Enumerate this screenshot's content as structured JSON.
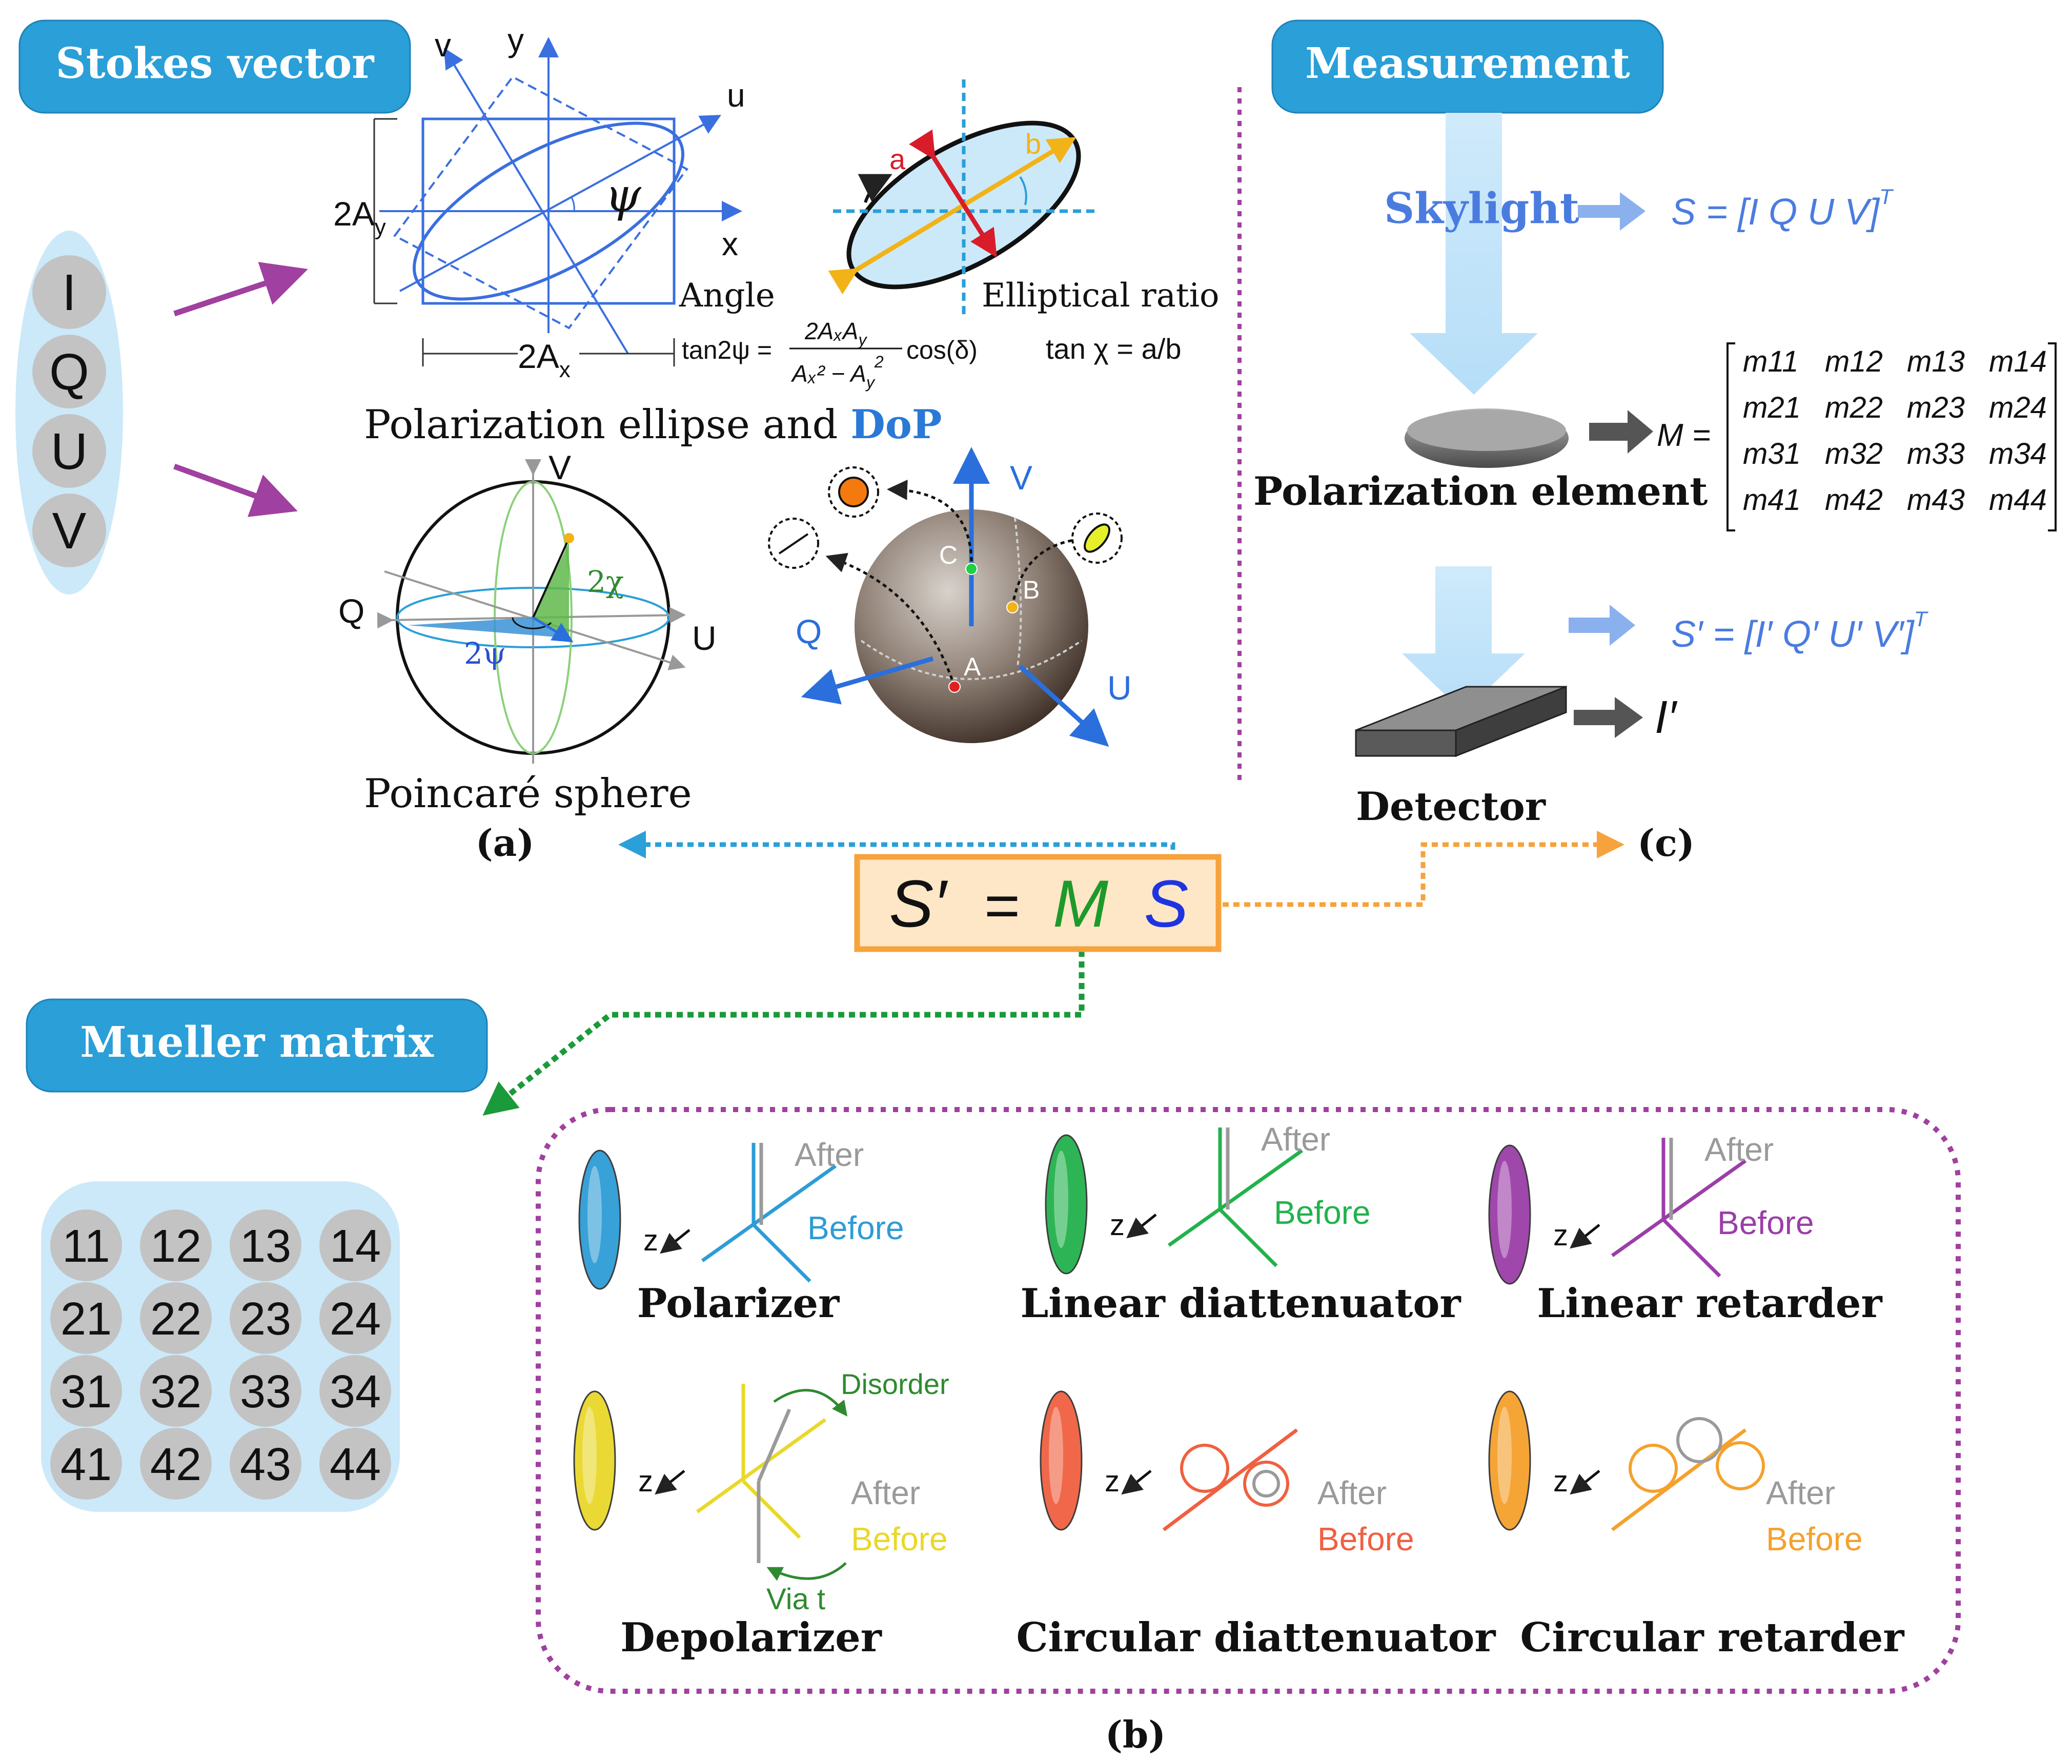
{
  "headers": {
    "stokes": "Stokes vector",
    "measurement": "Measurement",
    "mueller": "Mueller matrix"
  },
  "stokes_components": [
    "I",
    "Q",
    "U",
    "V"
  ],
  "ellipse": {
    "axis_v": "v",
    "axis_y": "y",
    "axis_u": "u",
    "axis_x": "x",
    "psi": "ψ",
    "two_ay": "2A",
    "two_ay_sub": "y",
    "two_ax": "2A",
    "two_ax_sub": "x",
    "angle_label": "Angle",
    "tan2psi_lhs": "tan2ψ =",
    "tan2psi_num": "2AₓA",
    "tan2psi_num_sub": "y",
    "tan2psi_den": "Aₓ² − A",
    "tan2psi_den_sub": "y",
    "tan2psi_den_sup": "2",
    "tan2psi_tail": "cos(δ)",
    "a_label": "a",
    "b_label": "b",
    "elliptical_ratio": "Elliptical ratio",
    "tanchi": "tan χ = a/b",
    "title_main": "Polarization ellipse and ",
    "title_dop": "DoP"
  },
  "poincare": {
    "v": "V",
    "q": "Q",
    "u": "U",
    "two_chi": "2χ",
    "two_psi": "2ψ",
    "title": "Poincaré sphere",
    "v2": "V",
    "q2": "Q",
    "u2": "U",
    "a": "A",
    "b": "B",
    "c": "C"
  },
  "panel_labels": {
    "a": "(a)",
    "b": "(b)",
    "c": "(c)"
  },
  "measurement": {
    "skylight": "Skylight",
    "s_vec": "S = [I   Q   U   V]",
    "s_sup": "T",
    "element": "Polarization element",
    "m_eq": "M =",
    "matrix": [
      [
        "m11",
        "m12",
        "m13",
        "m14"
      ],
      [
        "m21",
        "m22",
        "m23",
        "m24"
      ],
      [
        "m31",
        "m32",
        "m33",
        "m34"
      ],
      [
        "m41",
        "m42",
        "m43",
        "m44"
      ]
    ],
    "s_prime_vec": "S′ = [I′   Q′   U′   V′]",
    "s_prime_sup": "T",
    "i_prime": "I′",
    "detector": "Detector"
  },
  "equation": {
    "s_prime": "S′",
    "eq": "=",
    "m": "M",
    "s": "S"
  },
  "mueller_grid": [
    "11",
    "12",
    "13",
    "14",
    "21",
    "22",
    "23",
    "24",
    "31",
    "32",
    "33",
    "34",
    "41",
    "42",
    "43",
    "44"
  ],
  "elements": [
    {
      "name": "Polarizer",
      "after": "After",
      "before": "Before",
      "z": "z",
      "color": "#2e9cd6"
    },
    {
      "name": "Linear diattenuator",
      "after": "After",
      "before": "Before",
      "z": "z",
      "color": "#22b24c"
    },
    {
      "name": "Linear retarder",
      "after": "After",
      "before": "Before",
      "z": "z",
      "color": "#9b3ea8"
    },
    {
      "name": "Depolarizer",
      "after": "After",
      "before": "Before",
      "z": "z",
      "color": "#e9d82a",
      "disorder": "Disorder",
      "via": "Via t"
    },
    {
      "name": "Circular diattenuator",
      "after": "After",
      "before": "Before",
      "z": "z",
      "color": "#f06040"
    },
    {
      "name": "Circular retarder",
      "after": "After",
      "before": "Before",
      "z": "z",
      "color": "#f5a12c"
    }
  ],
  "colors": {
    "header_fill": "#2a9fd8",
    "light_blue": "#cce9f9",
    "purple_arrow": "#a040a0",
    "ellipse_blue": "#3a6fe0",
    "orange_box": "#f7a23c",
    "green_text": "#1d9a2a"
  }
}
